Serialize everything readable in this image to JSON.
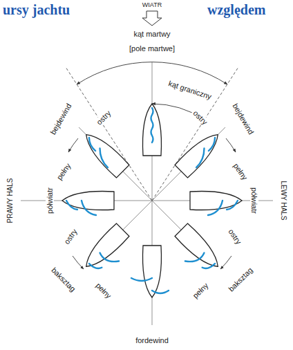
{
  "diagram": {
    "labels": [
      "ursy jachtu",
      "WIATR",
      "względem",
      "kąt martwy",
      "[pole martwe]",
      "kąt graniczny",
      "bejdewind",
      "ostry",
      "pełny",
      "ostry",
      "bejdewind",
      "pełny",
      "PRAWY HALS",
      "półwiatr",
      "półwiatr",
      "LEWY HALS",
      "ostry",
      "baksztag",
      "pełny",
      "pełny",
      "ostry",
      "baksztag",
      "fordewind"
    ]
  }
}
